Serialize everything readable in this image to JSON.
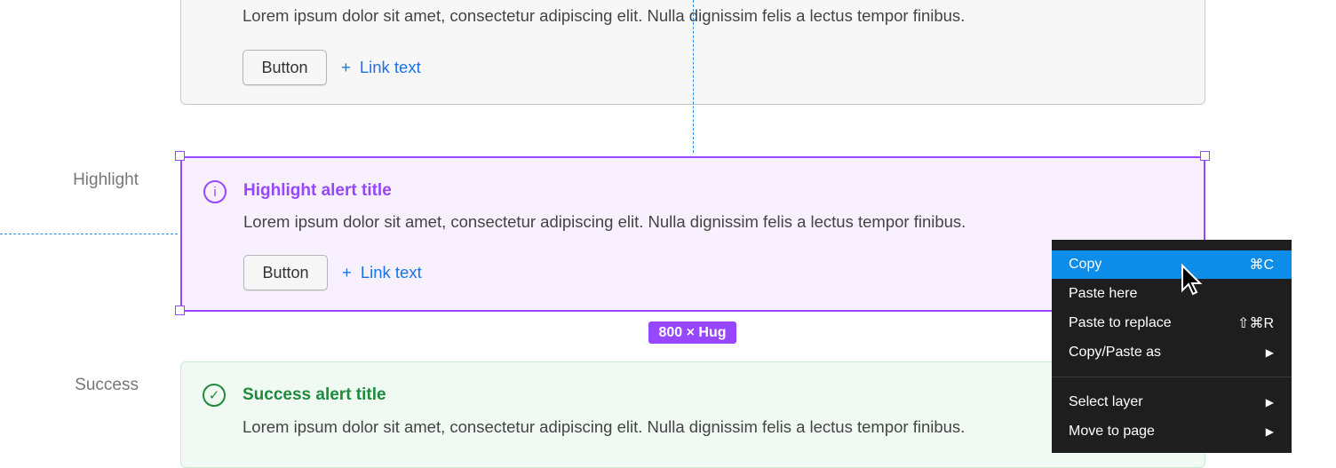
{
  "alerts": {
    "default": {
      "body": "Lorem ipsum dolor sit amet, consectetur adipiscing elit. Nulla dignissim felis a lectus tempor finibus.",
      "button": "Button",
      "link": "Link text"
    },
    "highlight": {
      "label": "Highlight",
      "title": "Highlight alert title",
      "body": "Lorem ipsum dolor sit amet, consectetur adipiscing elit. Nulla dignissim felis a lectus tempor finibus.",
      "button": "Button",
      "link": "Link text",
      "color": "#9747ff"
    },
    "success": {
      "label": "Success",
      "title": "Success alert title",
      "body": "Lorem ipsum dolor sit amet, consectetur adipiscing elit. Nulla dignissim felis a lectus tempor finibus.",
      "color": "#1e8a3c"
    }
  },
  "size_badge": "800 × Hug",
  "context_menu": {
    "items": [
      {
        "label": "Copy",
        "shortcut": "⌘C"
      },
      {
        "label": "Paste here",
        "shortcut": ""
      },
      {
        "label": "Paste to replace",
        "shortcut": "⇧⌘R"
      },
      {
        "label": "Copy/Paste as",
        "shortcut": "▶"
      },
      {
        "label": "Select layer",
        "shortcut": "▶"
      },
      {
        "label": "Move to page",
        "shortcut": "▶"
      }
    ]
  }
}
